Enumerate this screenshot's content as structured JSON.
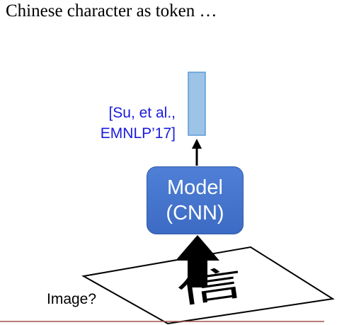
{
  "slide": {
    "title": "Chinese character as token …"
  },
  "citation": {
    "line1": "[Su, et al.,",
    "line2": "EMNLP’17]"
  },
  "model": {
    "line1": "Model",
    "line2": "(CNN)"
  },
  "input": {
    "label": "Image?",
    "character": "信"
  },
  "colors": {
    "citation": "#1a1adc",
    "model_box": "#4472c4",
    "output_vector": "#9dc3e6",
    "divider": "#a0504a"
  }
}
